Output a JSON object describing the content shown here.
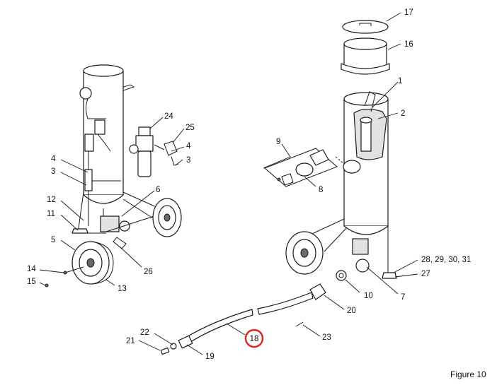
{
  "figure": {
    "label": "Figure 10"
  },
  "highlighted_callout": "18",
  "callouts": {
    "c17": "17",
    "c16": "16",
    "c1": "1",
    "c2": "2",
    "c24": "24",
    "c25": "25",
    "c4a": "4",
    "c3a": "3",
    "c4b": "4",
    "c3b": "3",
    "c6": "6",
    "c12": "12",
    "c11": "11",
    "c5": "5",
    "c26": "26",
    "c14": "14",
    "c15": "15",
    "c13": "13",
    "c9": "9",
    "c8": "8",
    "c28": "28, 29, 30, 31",
    "c27": "27",
    "c10": "10",
    "c7": "7",
    "c20": "20",
    "c22": "22",
    "c21": "21",
    "c19": "19",
    "c18": "18",
    "c23": "23"
  },
  "colors": {
    "highlight": "#d9251d",
    "ink": "#1a1a1a"
  }
}
